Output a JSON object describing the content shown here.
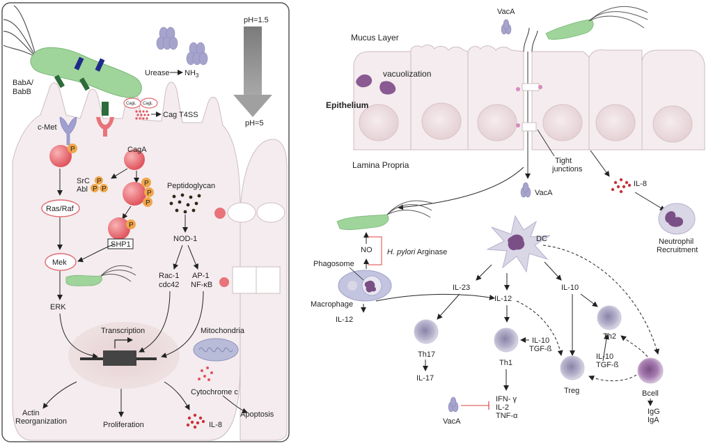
{
  "left_panel": {
    "ph_top": "pH=1.5",
    "ph_bottom": "pH=5",
    "urease": "Urease",
    "nh3_base": "NH",
    "nh3_sub": "3",
    "baba_line1": "BabA/",
    "baba_line2": "BabB",
    "cagl_1": "CagL",
    "cagl_2": "CagL",
    "cag_t4ss": "Cag T4SS",
    "cmet": "c-Met",
    "p_label": "P",
    "caga": "CagA",
    "src": "SrC",
    "abl": "Abl",
    "ras_raf": "Ras/Raf",
    "shp1": "SHP1",
    "peptidoglycan": "Peptidoglycan",
    "nod1": "NOD-1",
    "rac1": "Rac-1",
    "cdc42": "cdc42",
    "ap1": "AP-1",
    "nfkb": "NF-κB",
    "mek": "Mek",
    "erk": "ERK",
    "transcription": "Transcription",
    "mitochondria": "Mitochondria",
    "cytochrome": "Cytochrome c",
    "apoptosis": "Apoptosis",
    "actin_line1": "Actin",
    "actin_line2": "Reorganization",
    "proliferation": "Proliferation",
    "il8": "IL-8"
  },
  "right_panel": {
    "vaca_top": "VacA",
    "mucus_layer": "Mucus Layer",
    "vacuolization": "vacuolization",
    "epithelium": "Epithelium",
    "lamina_propria": "Lamina Propria",
    "tight_line1": "Tight",
    "tight_line2": "junctions",
    "vaca_mid": "VacA",
    "il8": "IL-8",
    "neutrophil_line1": "Neutrophil",
    "neutrophil_line2": "Recruitment",
    "no": "NO",
    "arginase_italic": "H. pylori",
    "arginase_rest": "Arginase",
    "phagosome": "Phagosome",
    "dc": "DC",
    "il23": "IL-23",
    "il12_mid": "IL-12",
    "il10_top": "IL-10",
    "macrophage": "Macrophage",
    "il12_left": "IL-12",
    "th17": "Th17",
    "il17": "IL-17",
    "th1": "Th1",
    "il10_a": "IL-10",
    "tgfb_a": "TGF-ß",
    "th2": "Th2",
    "il10_b": "IL-10",
    "tgfb_b": "TGF-ß",
    "treg": "Treg",
    "bcell": "Bcell",
    "ifn": "IFN- γ",
    "il2": "IL-2",
    "tnf": "TNF-α",
    "igg": "IgG",
    "iga": "IgA",
    "vaca_bottom": "VacA"
  },
  "colors": {
    "cell_fill": "#f4ecee",
    "receptor_red": "#e8737a",
    "phospho_orange": "#f0a64a",
    "bacterium_green": "#9fd49a",
    "arrow_gray": "#888888",
    "inhibit_red": "#e04040",
    "immune_purple": "#7a5a8a"
  }
}
